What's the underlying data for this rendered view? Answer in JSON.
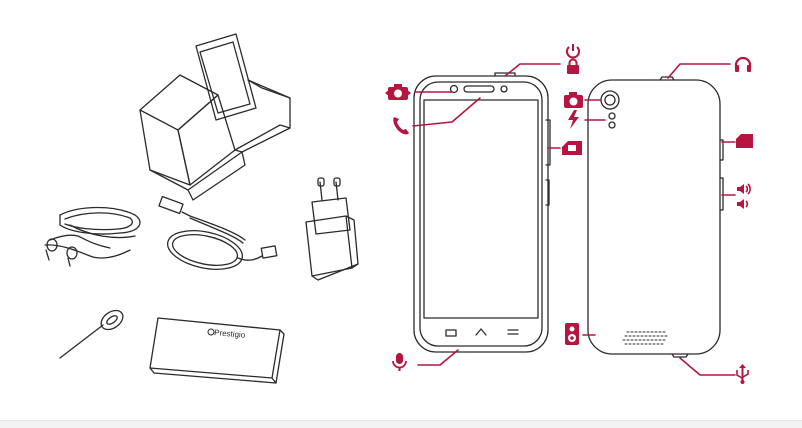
{
  "brand_text": "Prestigio",
  "colors": {
    "accent": "#b5153e",
    "outline": "#2b2b2b",
    "background": "#ffffff"
  },
  "package_items": [
    {
      "name": "phone-in-box",
      "icon": "box-icon"
    },
    {
      "name": "earphones",
      "icon": "earphones-icon"
    },
    {
      "name": "usb-cable",
      "icon": "usb-cable-icon"
    },
    {
      "name": "charger",
      "icon": "power-adapter-icon"
    },
    {
      "name": "sim-eject-pin",
      "icon": "sim-pin-icon"
    },
    {
      "name": "battery",
      "icon": "battery-icon"
    }
  ],
  "front_callouts": [
    {
      "name": "front-camera",
      "icon": "front-camera-icon"
    },
    {
      "name": "earpiece",
      "icon": "phone-handset-icon"
    },
    {
      "name": "power-lock",
      "icon": "power-icon"
    },
    {
      "name": "lock",
      "icon": "lock-icon"
    },
    {
      "name": "sim-card-slot",
      "icon": "sim-card-icon"
    },
    {
      "name": "microphone",
      "icon": "microphone-icon"
    }
  ],
  "back_callouts": [
    {
      "name": "rear-camera",
      "icon": "camera-icon"
    },
    {
      "name": "flash",
      "icon": "flash-icon"
    },
    {
      "name": "headphone-jack",
      "icon": "headphones-icon"
    },
    {
      "name": "memory-card-slot",
      "icon": "memory-card-icon"
    },
    {
      "name": "volume-up",
      "icon": "volume-up-icon"
    },
    {
      "name": "volume-down",
      "icon": "volume-down-icon"
    },
    {
      "name": "loudspeaker",
      "icon": "speaker-icon"
    },
    {
      "name": "usb-port",
      "icon": "usb-icon"
    }
  ]
}
